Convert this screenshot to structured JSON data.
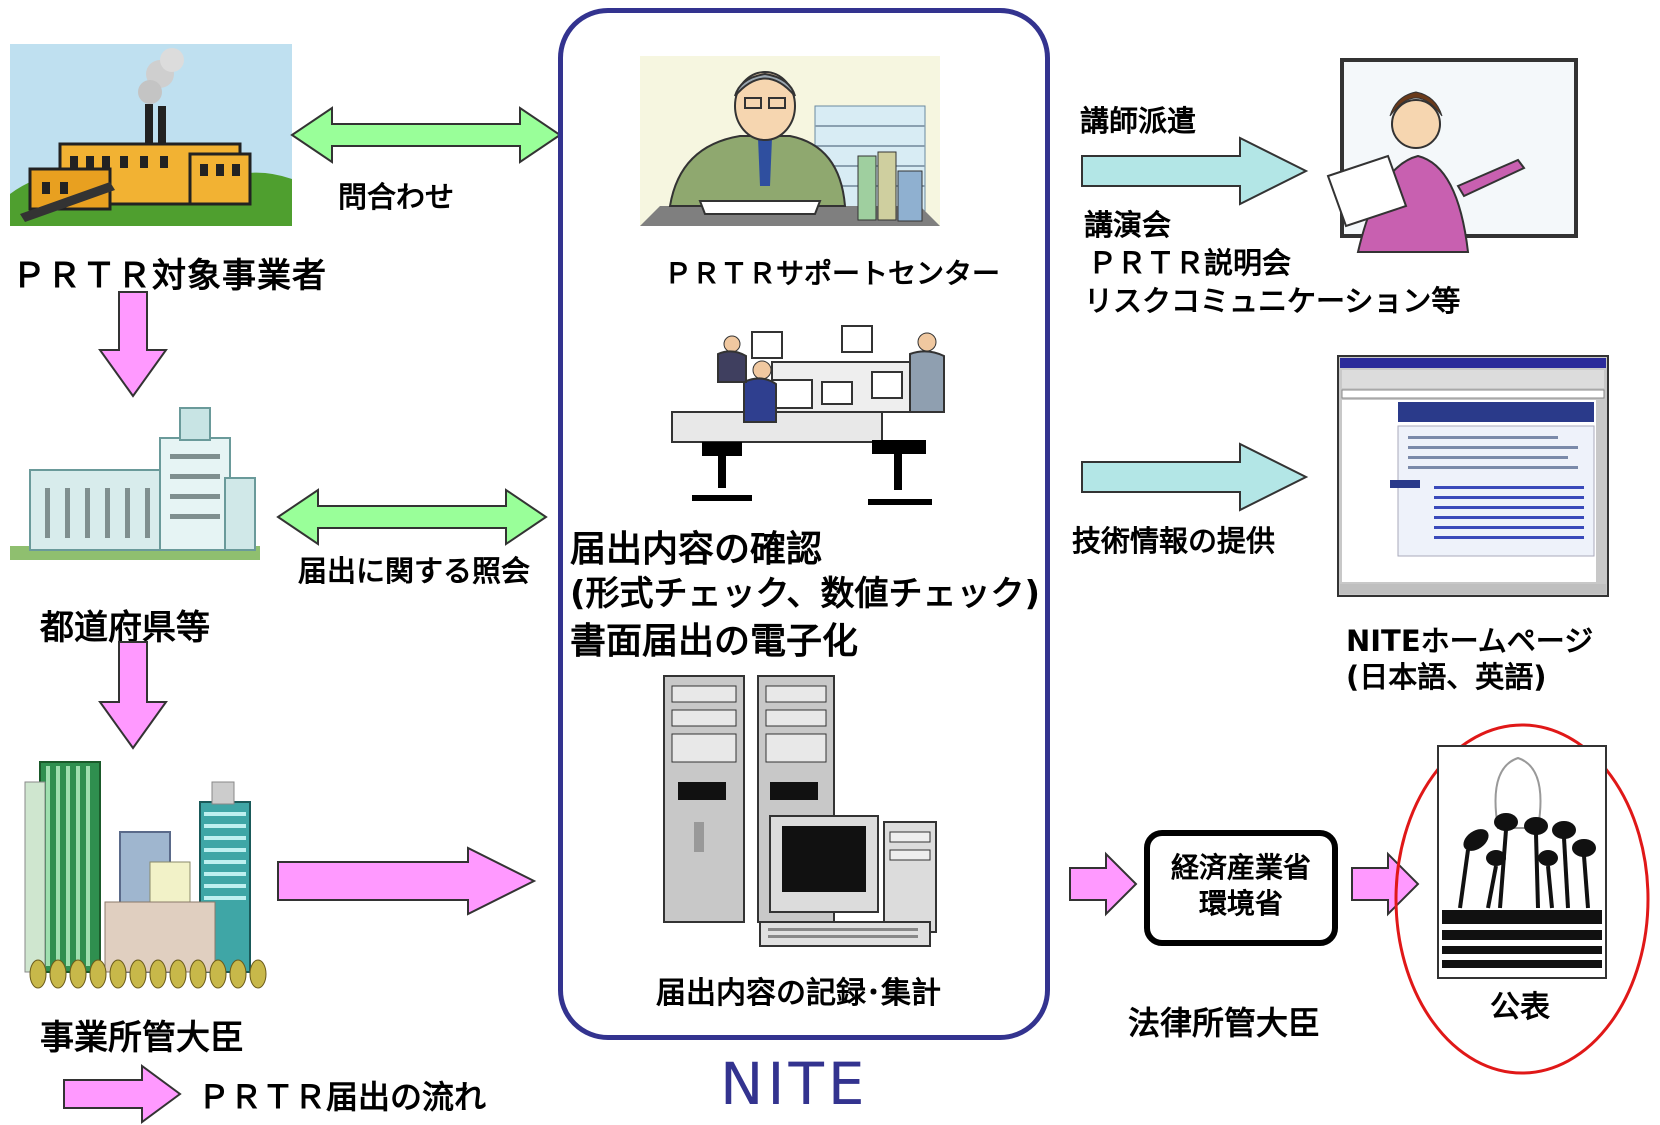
{
  "left_column": {
    "factory_label": "ＰＲＴＲ対象事業者",
    "prefecture_label": "都道府県等",
    "minister_label": "事業所管大臣"
  },
  "arrows": {
    "inquiry_label": "問合わせ",
    "notification_inquiry_label": "届出に関する照会",
    "lecturer_label": "講師派遣",
    "tech_info_label": "技術情報の提供"
  },
  "nite": {
    "support_center_label": "ＰＲＴＲサポートセンター",
    "check_line1": "届出内容の確認",
    "check_line2": "(形式チェック、数値チェック)",
    "check_line3": "書面届出の電子化",
    "record_label": "届出内容の記録･集計",
    "label": "NITE"
  },
  "right_column": {
    "events_line1": "講演会",
    "events_line2": "ＰＲＴＲ説明会",
    "events_line3": "リスクコミュニケーション等",
    "homepage_line1": "NITEホームページ",
    "homepage_line2": "(日本語、英語)",
    "ministry_line1": "経済産業省",
    "ministry_line2": "環境省",
    "law_minister_label": "法律所管大臣",
    "publication_label": "公表"
  },
  "legend": {
    "flow_label": "ＰＲＴＲ届出の流れ"
  },
  "colors": {
    "flow_arrow": "#ff99ff",
    "inquiry_arrow": "#99ff99",
    "info_arrow": "#b3e6e6",
    "nite_border": "#33338f",
    "publication_circle": "#e01818"
  }
}
